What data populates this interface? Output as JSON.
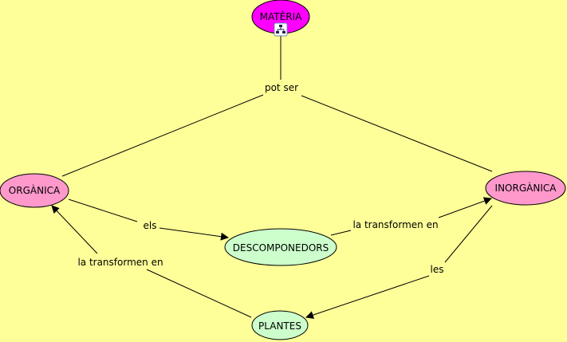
{
  "nodes": {
    "materia": {
      "label": "MATÈRIA",
      "color": "#ff00ff"
    },
    "organica": {
      "label": "ORGÀNICA",
      "color": "#ff99cc"
    },
    "inorganica": {
      "label": "INORGÀNICA",
      "color": "#ff99cc"
    },
    "descomponedors": {
      "label": "DESCOMPONEDORS",
      "color": "#ccffcc"
    },
    "plantes": {
      "label": "PLANTES",
      "color": "#ccffcc"
    }
  },
  "links": {
    "pot_ser": "pot ser",
    "els": "els",
    "la_transformen_en_right": "la transformen en",
    "les": "les",
    "la_transformen_en_left": "la transformen en"
  },
  "background": "#ffff99"
}
